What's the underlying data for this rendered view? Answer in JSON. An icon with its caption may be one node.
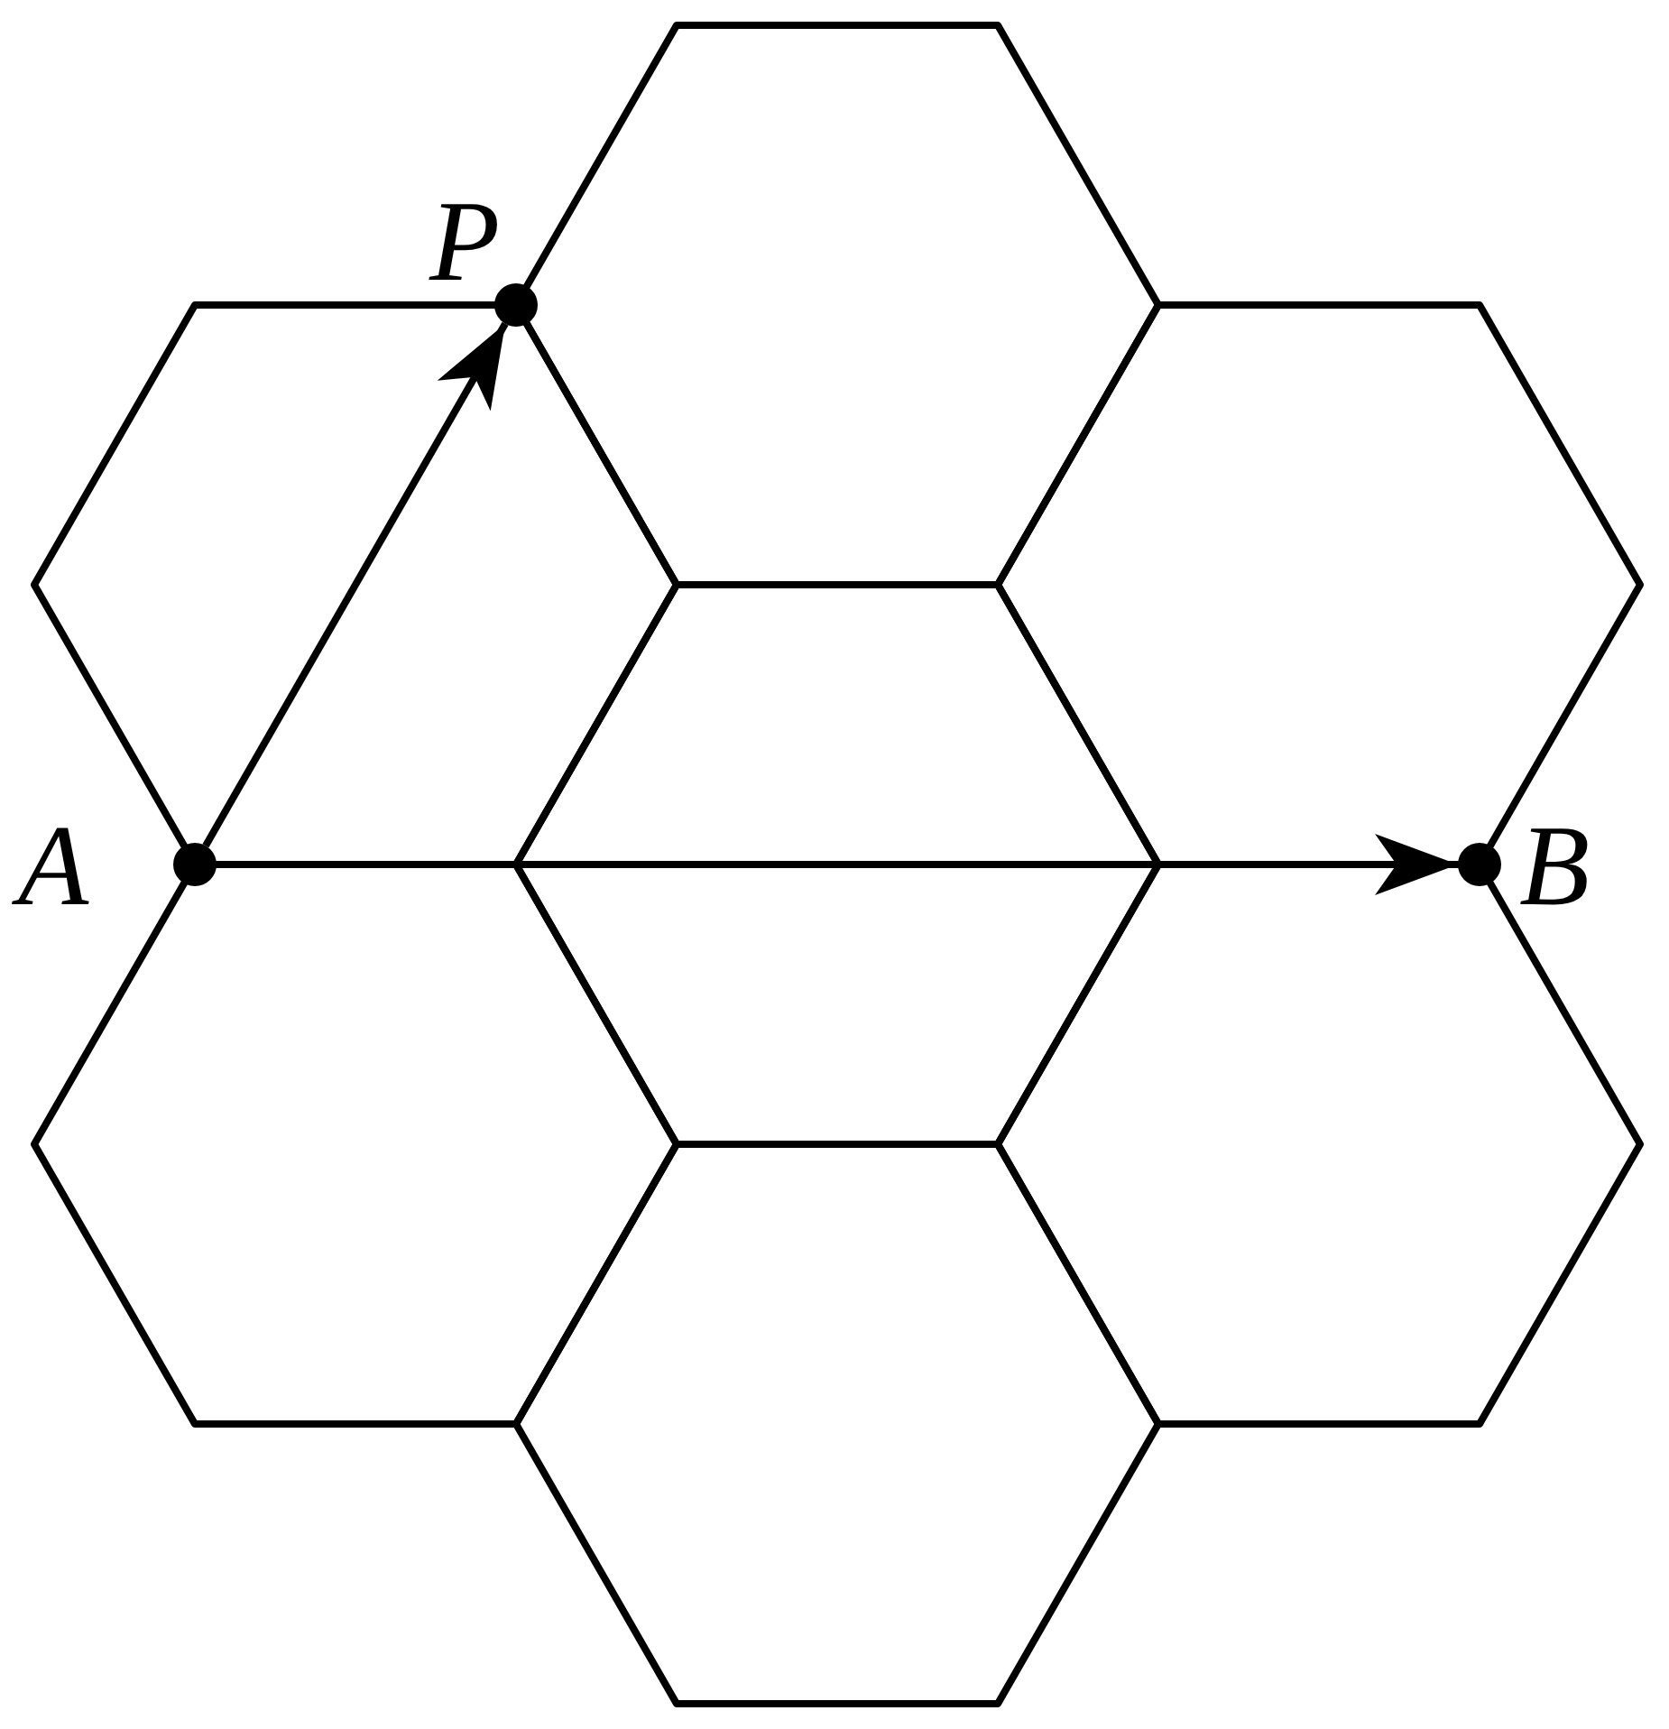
{
  "diagram": {
    "nodes": [
      {
        "text": [],
        "shape": "circle",
        "beside": [
          "A"
        ]
      },
      {
        "text": [],
        "shape": "circle",
        "beside": [
          "P"
        ]
      },
      {
        "text": [],
        "shape": "circle",
        "beside": [
          "B"
        ]
      }
    ],
    "edges": [
      {
        "from": 0,
        "to": 1,
        "arrow": "to"
      },
      {
        "from": 0,
        "to": 2,
        "arrow": "to"
      }
    ]
  }
}
